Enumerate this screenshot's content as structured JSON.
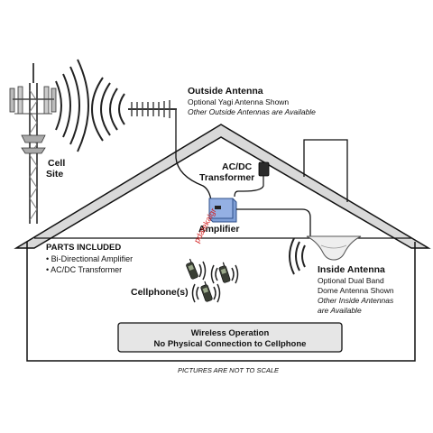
{
  "cell_site": {
    "label_line1": "Cell",
    "label_line2": "Site"
  },
  "outside_antenna": {
    "title": "Outside Antenna",
    "line1": "Optional Yagi Antenna Shown",
    "line2": "Other Outside Antennas are Available"
  },
  "transformer": {
    "line1": "AC/DC",
    "line2": "Transformer"
  },
  "amplifier": {
    "label": "Amplifier"
  },
  "watermark": "pdatekalgr",
  "parts_included": {
    "title": "PARTS INCLUDED",
    "items": [
      "Bi-Directional Amplifier",
      "AC/DC Transformer"
    ]
  },
  "cellphones": {
    "label": "Cellphone(s)"
  },
  "inside_antenna": {
    "title": "Inside Antenna",
    "line1": "Optional Dual Band",
    "line2": "Dome Antenna Shown",
    "line3": "Other Inside Antennas",
    "line4": "are Available"
  },
  "wireless_box": {
    "line1": "Wireless Operation",
    "line2": "No Physical Connection to Cellphone"
  },
  "footer": {
    "note": "PICTURES ARE NOT TO SCALE"
  },
  "colors": {
    "roof_fill": "#d9d9d9",
    "house_stroke": "#111111",
    "amplifier_blue": "#7f9fd6",
    "wireless_box_fill": "#e6e6e6",
    "watermark": "#d21f1f"
  }
}
